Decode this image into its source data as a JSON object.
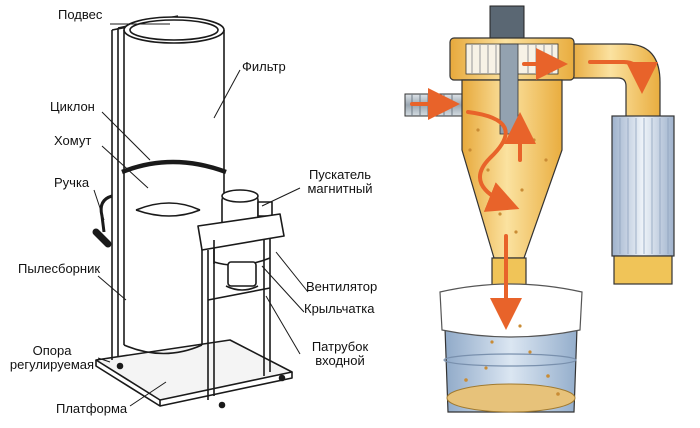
{
  "labels": {
    "podves": "Подвес",
    "filtr": "Фильтр",
    "ciklon": "Циклон",
    "homut": "Хомут",
    "ruchka": "Ручка",
    "puskatel_1": "Пускатель",
    "puskatel_2": "магнитный",
    "pylesbornik": "Пылесборник",
    "ventilyator": "Вентилятор",
    "krylchatka": "Крыльчатка",
    "opora_1": "Опора",
    "opora_2": "регулируемая",
    "patrubok_1": "Патрубок",
    "patrubok_2": "входной",
    "platforma": "Платформа"
  },
  "colors": {
    "outline": "#1a1a1a",
    "cyclone_body": "#f2c560",
    "cyclone_light": "#fbe6a4",
    "filter_blue": "#c9d8ea",
    "bin_blue": "#aec4dc",
    "air_arrow": "#e8632a",
    "duct_grey": "#b9c3cc",
    "sawdust": "#d6a24a"
  }
}
